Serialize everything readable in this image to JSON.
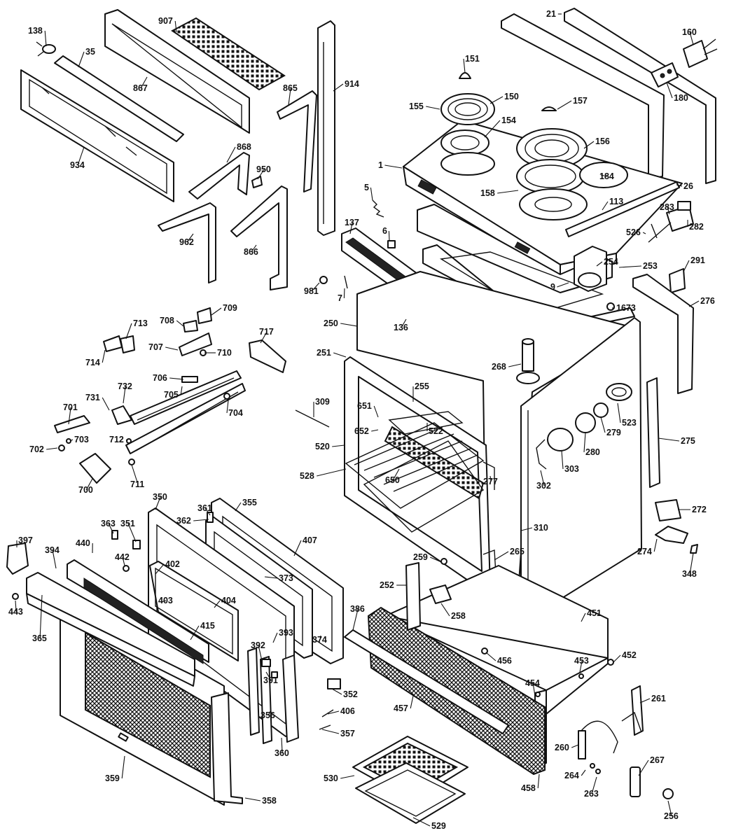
{
  "diagram": {
    "kind": "exploded parts diagram",
    "subject": "electric range / oven assembly",
    "callouts": [
      {
        "id": "c0",
        "text": "138"
      },
      {
        "id": "c1",
        "text": "35"
      },
      {
        "id": "c2",
        "text": "907"
      },
      {
        "id": "c3",
        "text": "867"
      },
      {
        "id": "c4",
        "text": "934"
      },
      {
        "id": "c5",
        "text": "914"
      },
      {
        "id": "c6",
        "text": "865"
      },
      {
        "id": "c7",
        "text": "868"
      },
      {
        "id": "c8",
        "text": "950"
      },
      {
        "id": "c9",
        "text": "962"
      },
      {
        "id": "c10",
        "text": "866"
      },
      {
        "id": "c11",
        "text": "21"
      },
      {
        "id": "c12",
        "text": "160"
      },
      {
        "id": "c13",
        "text": "151"
      },
      {
        "id": "c14",
        "text": "150"
      },
      {
        "id": "c15",
        "text": "157"
      },
      {
        "id": "c16",
        "text": "155"
      },
      {
        "id": "c17",
        "text": "154"
      },
      {
        "id": "c18",
        "text": "180"
      },
      {
        "id": "c19",
        "text": "1"
      },
      {
        "id": "c20",
        "text": "156"
      },
      {
        "id": "c21",
        "text": "184"
      },
      {
        "id": "c22",
        "text": "158"
      },
      {
        "id": "c23",
        "text": "26"
      },
      {
        "id": "c24",
        "text": "113"
      },
      {
        "id": "c25",
        "text": "283"
      },
      {
        "id": "c26",
        "text": "282"
      },
      {
        "id": "c27",
        "text": "526"
      },
      {
        "id": "c28",
        "text": "5"
      },
      {
        "id": "c29",
        "text": "137"
      },
      {
        "id": "c30",
        "text": "6"
      },
      {
        "id": "c31",
        "text": "254"
      },
      {
        "id": "c32",
        "text": "253"
      },
      {
        "id": "c33",
        "text": "291"
      },
      {
        "id": "c34",
        "text": "9"
      },
      {
        "id": "c35",
        "text": "981"
      },
      {
        "id": "c36",
        "text": "7"
      },
      {
        "id": "c37",
        "text": "1673"
      },
      {
        "id": "c38",
        "text": "276"
      },
      {
        "id": "c39",
        "text": "136"
      },
      {
        "id": "c40",
        "text": "250"
      },
      {
        "id": "c41",
        "text": "251"
      },
      {
        "id": "c42",
        "text": "268"
      },
      {
        "id": "c43",
        "text": "255"
      },
      {
        "id": "c44",
        "text": "709"
      },
      {
        "id": "c45",
        "text": "713"
      },
      {
        "id": "c46",
        "text": "708"
      },
      {
        "id": "c47",
        "text": "717"
      },
      {
        "id": "c48",
        "text": "707"
      },
      {
        "id": "c49",
        "text": "710"
      },
      {
        "id": "c50",
        "text": "714"
      },
      {
        "id": "c51",
        "text": "706"
      },
      {
        "id": "c52",
        "text": "732"
      },
      {
        "id": "c53",
        "text": "731"
      },
      {
        "id": "c54",
        "text": "705"
      },
      {
        "id": "c55",
        "text": "704"
      },
      {
        "id": "c56",
        "text": "701"
      },
      {
        "id": "c57",
        "text": "703"
      },
      {
        "id": "c58",
        "text": "702"
      },
      {
        "id": "c59",
        "text": "712"
      },
      {
        "id": "c60",
        "text": "700"
      },
      {
        "id": "c61",
        "text": "711"
      },
      {
        "id": "c62",
        "text": "309"
      },
      {
        "id": "c63",
        "text": "651"
      },
      {
        "id": "c64",
        "text": "652"
      },
      {
        "id": "c65",
        "text": "522"
      },
      {
        "id": "c66",
        "text": "520"
      },
      {
        "id": "c67",
        "text": "528"
      },
      {
        "id": "c68",
        "text": "650"
      },
      {
        "id": "c69",
        "text": "277"
      },
      {
        "id": "c70",
        "text": "523"
      },
      {
        "id": "c71",
        "text": "279"
      },
      {
        "id": "c72",
        "text": "280"
      },
      {
        "id": "c73",
        "text": "275"
      },
      {
        "id": "c74",
        "text": "303"
      },
      {
        "id": "c75",
        "text": "302"
      },
      {
        "id": "c76",
        "text": "310"
      },
      {
        "id": "c77",
        "text": "272"
      },
      {
        "id": "c78",
        "text": "274"
      },
      {
        "id": "c79",
        "text": "348"
      },
      {
        "id": "c80",
        "text": "265"
      },
      {
        "id": "c81",
        "text": "350"
      },
      {
        "id": "c82",
        "text": "355"
      },
      {
        "id": "c83",
        "text": "361"
      },
      {
        "id": "c84",
        "text": "362"
      },
      {
        "id": "c85",
        "text": "363"
      },
      {
        "id": "c86",
        "text": "351"
      },
      {
        "id": "c87",
        "text": "397"
      },
      {
        "id": "c88",
        "text": "394"
      },
      {
        "id": "c89",
        "text": "440"
      },
      {
        "id": "c90",
        "text": "407"
      },
      {
        "id": "c91",
        "text": "402"
      },
      {
        "id": "c92",
        "text": "442"
      },
      {
        "id": "c93",
        "text": "373"
      },
      {
        "id": "c94",
        "text": "259"
      },
      {
        "id": "c95",
        "text": "252"
      },
      {
        "id": "c96",
        "text": "403"
      },
      {
        "id": "c97",
        "text": "404"
      },
      {
        "id": "c98",
        "text": "443"
      },
      {
        "id": "c99",
        "text": "365"
      },
      {
        "id": "c100",
        "text": "258"
      },
      {
        "id": "c101",
        "text": "451"
      },
      {
        "id": "c102",
        "text": "386"
      },
      {
        "id": "c103",
        "text": "415"
      },
      {
        "id": "c104",
        "text": "393"
      },
      {
        "id": "c105",
        "text": "374"
      },
      {
        "id": "c106",
        "text": "392"
      },
      {
        "id": "c107",
        "text": "456"
      },
      {
        "id": "c108",
        "text": "452"
      },
      {
        "id": "c109",
        "text": "453"
      },
      {
        "id": "c110",
        "text": "391"
      },
      {
        "id": "c111",
        "text": "454"
      },
      {
        "id": "c112",
        "text": "352"
      },
      {
        "id": "c113",
        "text": "261"
      },
      {
        "id": "c114",
        "text": "356"
      },
      {
        "id": "c115",
        "text": "406"
      },
      {
        "id": "c116",
        "text": "457"
      },
      {
        "id": "c117",
        "text": "357"
      },
      {
        "id": "c118",
        "text": "360"
      },
      {
        "id": "c119",
        "text": "260"
      },
      {
        "id": "c120",
        "text": "267"
      },
      {
        "id": "c121",
        "text": "359"
      },
      {
        "id": "c122",
        "text": "530"
      },
      {
        "id": "c123",
        "text": "264"
      },
      {
        "id": "c124",
        "text": "458"
      },
      {
        "id": "c125",
        "text": "263"
      },
      {
        "id": "c126",
        "text": "358"
      },
      {
        "id": "c127",
        "text": "256"
      },
      {
        "id": "c128",
        "text": "529"
      }
    ]
  }
}
